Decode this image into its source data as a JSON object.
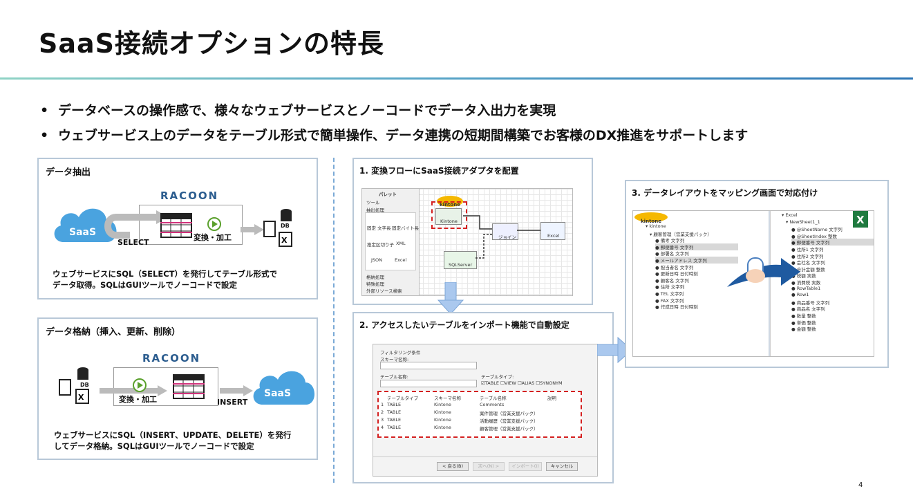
{
  "page": {
    "title": "SaaS接続オプションの特長",
    "bullets": [
      "データベースの操作感で、様々なウェブサービスとノーコードでデータ入出力を実現",
      "ウェブサービス上のデータをテーブル形式で簡単操作、データ連携の短期間構築でお客様のDX推進をサポートします"
    ],
    "page_number": "4"
  },
  "extract": {
    "title": "データ抽出",
    "brand": "RACOON",
    "saas": "SaaS",
    "sql": "SELECT",
    "process": "変換・加工",
    "db": "DB",
    "note_line1": "ウェブサービスにSQL（SELECT）を発行してテーブル形式で",
    "note_line2": "データ取得。SQLはGUIツールでノーコードで設定"
  },
  "store": {
    "title": "データ格納（挿入、更新、削除）",
    "brand": "RACOON",
    "saas": "SaaS",
    "sql": "INSERT",
    "process": "変換・加工",
    "db": "DB",
    "note_line1": "ウェブサービスにSQL（INSERT、UPDATE、DELETE）を発行",
    "note_line2": "してデータ格納。SQLはGUIツールでノーコードで設定"
  },
  "step1": {
    "title": "1. 変換フローにSaaS接続アダプタを配置",
    "palette_header": "パレット",
    "palette_items": [
      "ツール",
      "抽出処理"
    ],
    "icons": [
      "固定 文字長",
      "固定バイト長",
      "推定区切り子",
      "XML",
      "JSON",
      "Excel"
    ],
    "footer_items": [
      "格納処理",
      "特殊処理",
      "外部リソース検索"
    ],
    "nodes": {
      "kintone": "kintone",
      "kintone_sub": "Kintone",
      "join": "ジョイン",
      "excel": "Excel",
      "sql": "SQLServer"
    }
  },
  "step2": {
    "title": "2. アクセスしたいテーブルをインポート機能で自動設定",
    "filter_label": "フィルタリング条件",
    "schema_label": "スキーマ名称:",
    "table_label": "テーブル名称:",
    "type_label": "テーブルタイプ:",
    "type_options": [
      "TABLE",
      "VIEW",
      "ALIAS",
      "SYNONYM"
    ],
    "columns": [
      "テーブルタイプ",
      "スキーマ名称",
      "テーブル名称",
      "説明"
    ],
    "rows": [
      [
        "TABLE",
        "Kintone",
        "Comments"
      ],
      [
        "TABLE",
        "Kintone",
        "案件管理（営業支援パック）"
      ],
      [
        "TABLE",
        "Kintone",
        "活動履歴（営業支援パック）"
      ],
      [
        "TABLE",
        "Kintone",
        "顧客管理（営業支援パック）"
      ]
    ],
    "buttons": [
      "< 戻る(B)",
      "次へ(N) >",
      "インポート(I)",
      "キャンセル"
    ]
  },
  "step3": {
    "title": "3. データレイアウトをマッピング画面で対応付け",
    "left_tree": [
      "kintone",
      "顧客管理（営業支援パック）",
      "備考 文字列",
      "郵便番号 文字列",
      "部署名 文字列",
      "メールアドレス 文字列",
      "担当者名 文字列",
      "更新日時 日付時刻",
      "顧客名 文字列",
      "住所 文字列",
      "TEL 文字列",
      "FAX 文字列",
      "作成日時 日付時刻"
    ],
    "right_tree": [
      "Excel",
      "NewSheet1_1",
      "@SheetName 文字列",
      "@SheetIndex 整数",
      "郵便番号 文字列",
      "住所1 文字列",
      "住所2 文字列",
      "会社名 文字列",
      "合計金額 整数",
      "税額 実数",
      "消費税 実数",
      "RowTable1",
      "Row1",
      "商品番号 文字列",
      "商品名 文字列",
      "数量 整数",
      "単価 整数",
      "金額 整数"
    ],
    "badge": "kintone"
  }
}
